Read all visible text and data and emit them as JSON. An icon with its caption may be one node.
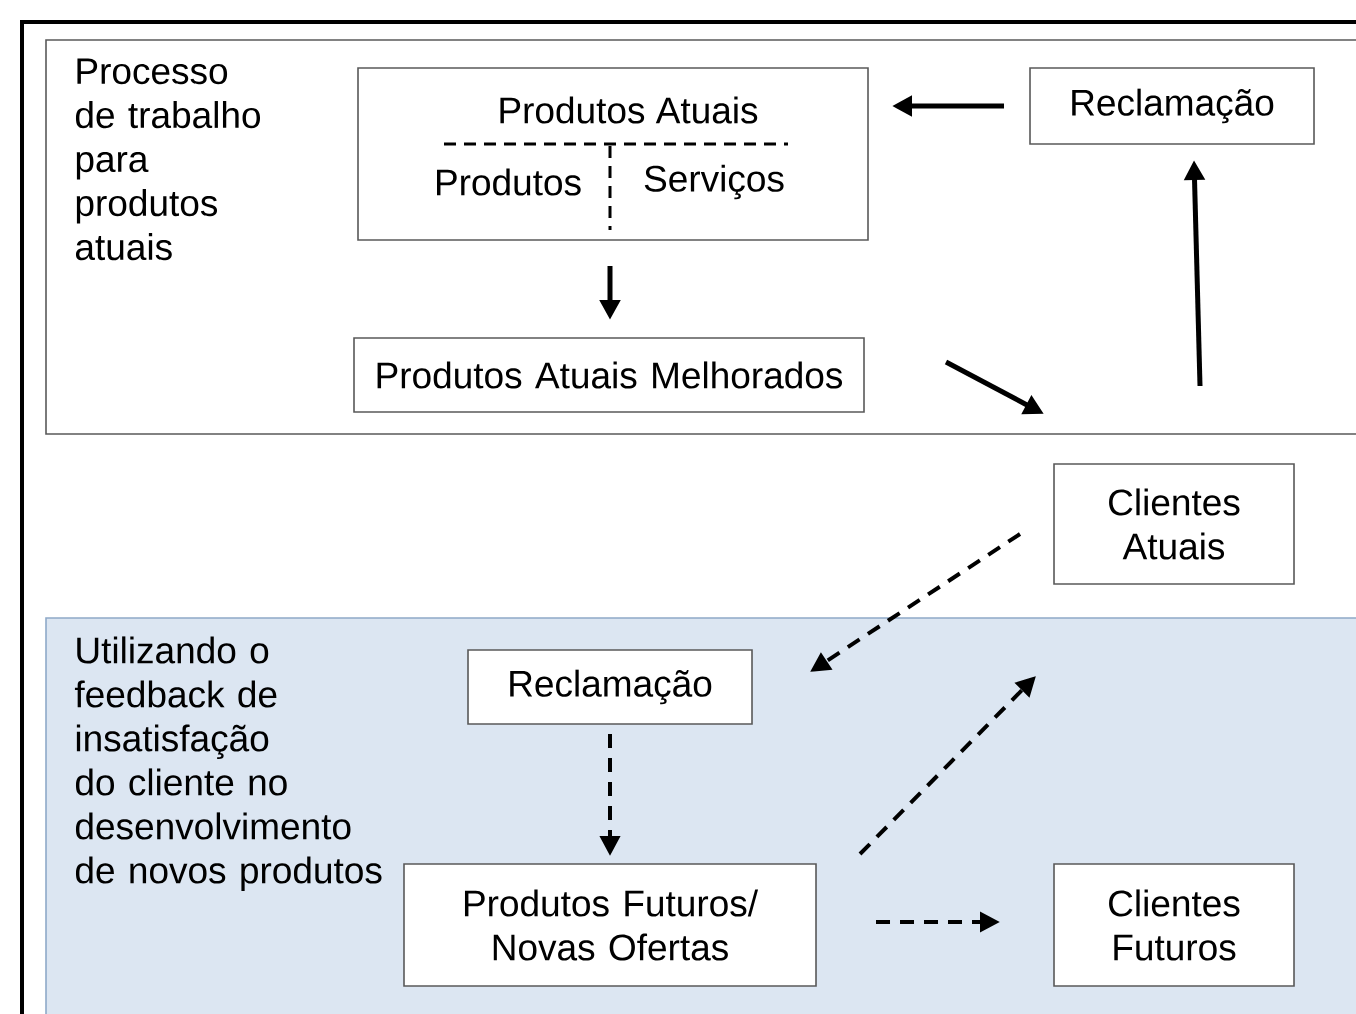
{
  "diagram": {
    "nodes": [
      {
        "text": [
          "Processo de trabalho para produtos atuais"
        ]
      },
      {
        "text": [
          "Produtos Atuais",
          "Produtos",
          "Serviços"
        ],
        "in": 0
      },
      {
        "text": [
          "Reclamação"
        ],
        "in": 0
      },
      {
        "text": [
          "Produtos Atuais Melhorados"
        ],
        "in": 0
      },
      {
        "text": [
          "Clientes Atuais"
        ]
      },
      {
        "text": [
          "Utilizando o feedback de insatisfação do cliente no desenvolvimento de novos produtos"
        ]
      },
      {
        "text": [
          "Reclamação"
        ],
        "in": 5
      },
      {
        "text": [
          "Produtos Futuros/ Novas Ofertas"
        ],
        "in": 5
      },
      {
        "text": [
          "Clientes Futuros"
        ],
        "in": 5
      }
    ],
    "edges": [
      {
        "from": 2,
        "to": 1,
        "arrow": "to"
      },
      {
        "from": 1,
        "to": 3,
        "arrow": "to"
      },
      {
        "from": 3,
        "to": 4,
        "arrow": "to"
      },
      {
        "from": 4,
        "to": 2,
        "arrow": "to"
      },
      {
        "from": 4,
        "to": 6,
        "arrow": "to",
        "style": "dashed"
      },
      {
        "from": 6,
        "to": 7,
        "arrow": "to",
        "style": "dashed"
      },
      {
        "from": 7,
        "to": 4,
        "arrow": "to",
        "style": "dashed"
      },
      {
        "from": 7,
        "to": 8,
        "arrow": "to",
        "style": "dashed"
      }
    ]
  }
}
